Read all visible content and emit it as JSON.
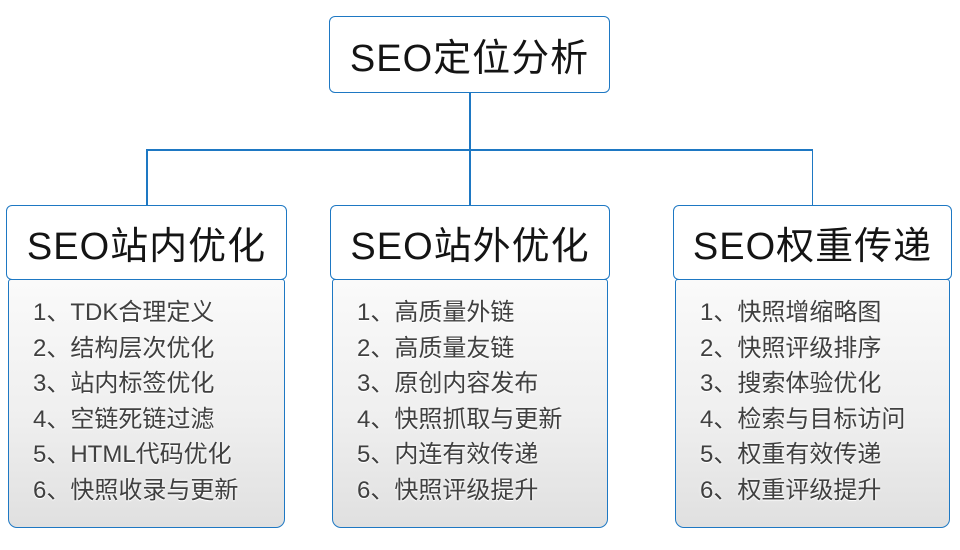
{
  "root": {
    "title": "SEO定位分析"
  },
  "columns": [
    {
      "title": "SEO站内优化",
      "items": [
        "1、TDK合理定义",
        "2、结构层次优化",
        "3、站内标签优化",
        "4、空链死链过滤",
        "5、HTML代码优化",
        "6、快照收录与更新"
      ]
    },
    {
      "title": "SEO站外优化",
      "items": [
        "1、高质量外链",
        "2、高质量友链",
        "3、原创内容发布",
        "4、快照抓取与更新",
        "5、内连有效传递",
        "6、快照评级提升"
      ]
    },
    {
      "title": "SEO权重传递",
      "items": [
        "1、快照增缩略图",
        "2、快照评级排序",
        "3、搜索体验优化",
        "4、检索与目标访问",
        "5、权重有效传递",
        "6、权重评级提升"
      ]
    }
  ],
  "colors": {
    "accent_blue": "#1e78c3",
    "header_text": "#141414",
    "item_text": "#404040",
    "list_bg_top": "#fafafa",
    "list_bg_bottom": "#e0e0e0"
  }
}
